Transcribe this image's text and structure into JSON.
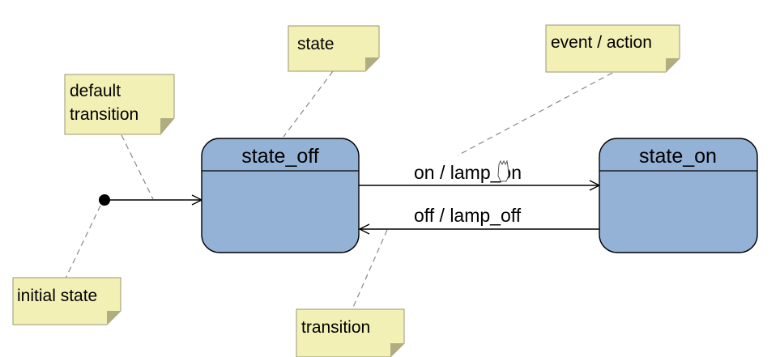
{
  "diagram": {
    "type": "UML state machine",
    "colors": {
      "state_fill": "#94b1d6",
      "state_stroke": "#000000",
      "note_fill": "#f3f0b6",
      "note_fold": "#b0ad80",
      "connector": "#888888",
      "line": "#000000"
    },
    "states": [
      {
        "name": "state_off"
      },
      {
        "name": "state_on"
      }
    ],
    "transitions": [
      {
        "label": "on / lamp_on",
        "from": "state_off",
        "to": "state_on"
      },
      {
        "label": "off / lamp_off",
        "from": "state_on",
        "to": "state_off"
      }
    ],
    "initial": {
      "target": "state_off"
    },
    "notes": [
      {
        "lines": [
          "state"
        ]
      },
      {
        "lines": [
          "event / action"
        ]
      },
      {
        "lines": [
          "default",
          "transition"
        ]
      },
      {
        "lines": [
          "initial state"
        ]
      },
      {
        "lines": [
          "transition"
        ]
      }
    ]
  }
}
